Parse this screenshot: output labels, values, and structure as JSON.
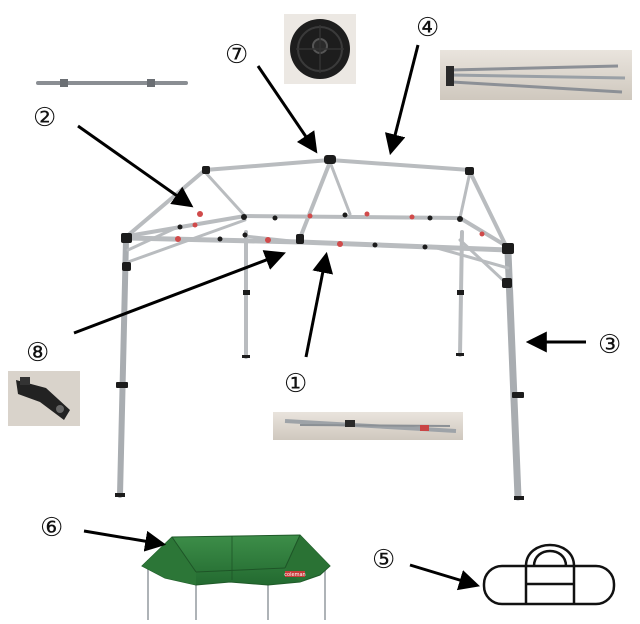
{
  "callouts": [
    {
      "id": "1",
      "label": "①"
    },
    {
      "id": "2",
      "label": "②"
    },
    {
      "id": "3",
      "label": "③"
    },
    {
      "id": "4",
      "label": "④"
    },
    {
      "id": "5",
      "label": "⑤"
    },
    {
      "id": "6",
      "label": "⑥"
    },
    {
      "id": "7",
      "label": "⑦"
    },
    {
      "id": "8",
      "label": "⑧"
    }
  ],
  "canopy_brand": "coleman",
  "colors": {
    "frame": "#b9bcbf",
    "frame_dark": "#7d8186",
    "joint": "#1c1c1c",
    "accent_red": "#d04a4a",
    "canopy_green": "#2f7a3b",
    "canopy_green_dark": "#1f5a29",
    "arrow": "#000000"
  }
}
